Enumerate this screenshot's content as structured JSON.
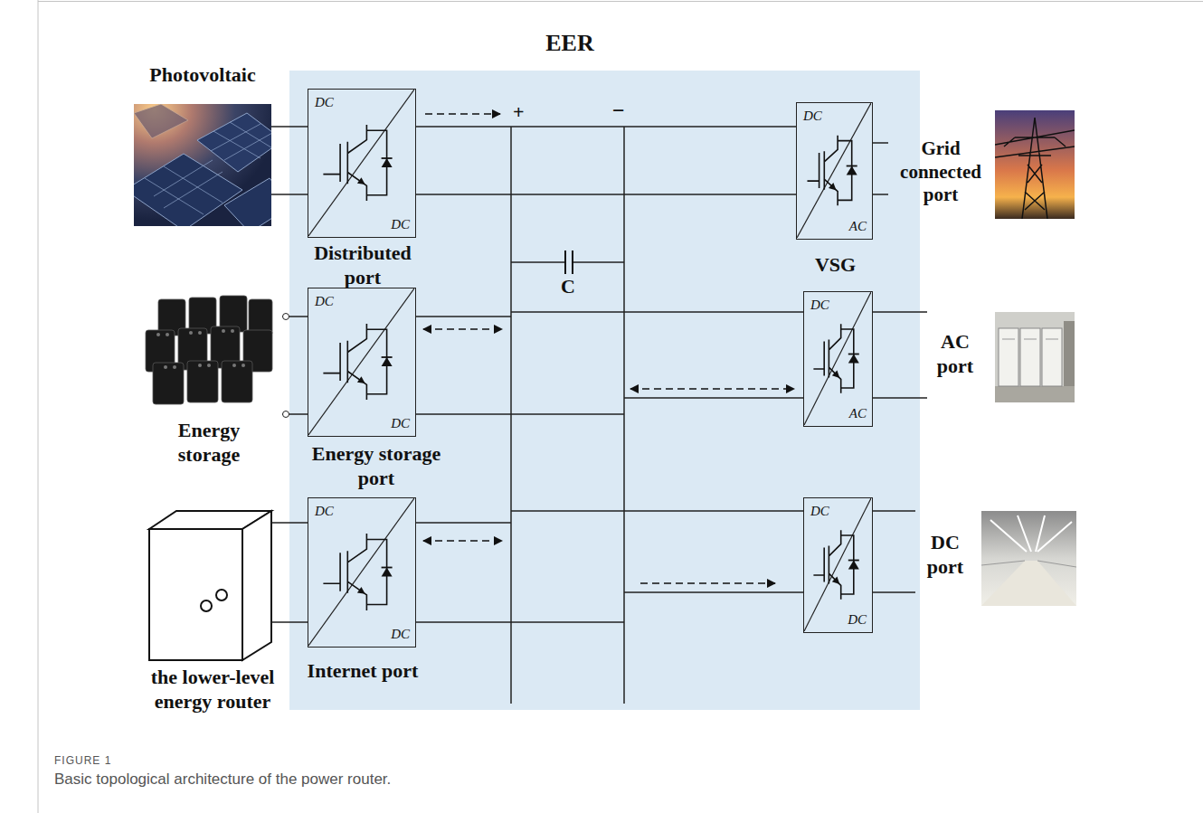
{
  "diagram": {
    "caption": "Basic topological architecture of the power router.",
    "nodes": [
      {
        "text": [
          "EER"
        ]
      },
      {
        "text": [
          "Photovoltaic"
        ]
      },
      {
        "text": [
          "DC",
          "DC",
          "Distributed port"
        ],
        "in": 0
      },
      {
        "text": [
          "DC",
          "AC",
          "VSG"
        ],
        "in": 0
      },
      {
        "text": [
          "Grid connected port"
        ]
      },
      {
        "text": [
          "Energy storage"
        ]
      },
      {
        "text": [
          "DC",
          "DC",
          "Energy storage port"
        ],
        "in": 0
      },
      {
        "text": [
          "DC",
          "AC"
        ],
        "in": 0
      },
      {
        "text": [
          "AC port"
        ]
      },
      {
        "text": [
          "the lower-level energy router"
        ]
      },
      {
        "text": [
          "DC",
          "DC",
          "Internet port"
        ],
        "in": 0
      },
      {
        "text": [
          "DC",
          "DC"
        ],
        "in": 0
      },
      {
        "text": [
          "DC port"
        ]
      }
    ],
    "edges": [
      {
        "from": 1,
        "to": 2,
        "arrow": "none"
      },
      {
        "from": 3,
        "to": 4,
        "arrow": "none"
      },
      {
        "from": 5,
        "to": 6,
        "arrow": "none"
      },
      {
        "from": 7,
        "to": 8,
        "arrow": "none"
      },
      {
        "from": 9,
        "to": 10,
        "arrow": "none"
      },
      {
        "from": 11,
        "to": 12,
        "arrow": "none"
      }
    ],
    "labels": [
      "+",
      "−",
      "C",
      "FIGURE 1"
    ]
  }
}
